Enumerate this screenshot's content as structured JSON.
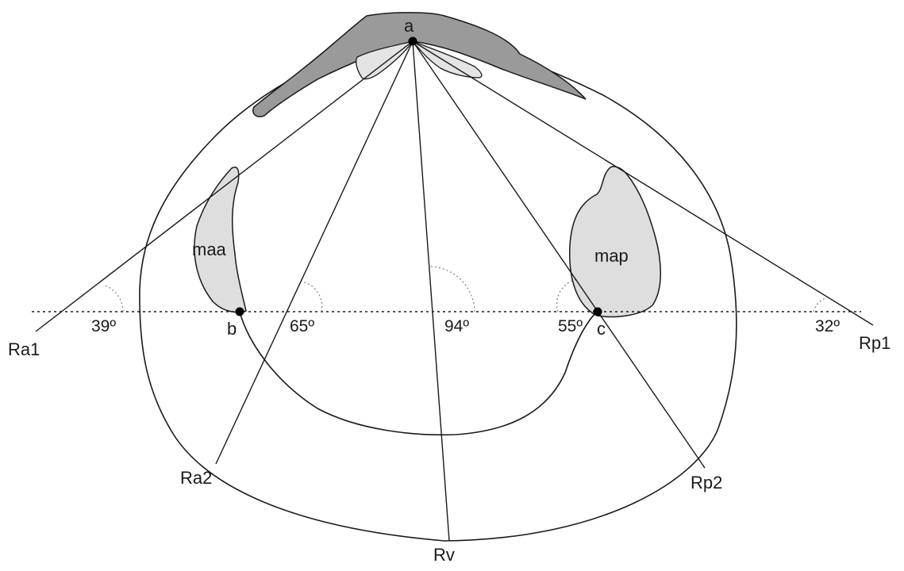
{
  "diagram": {
    "points": {
      "a": "a",
      "b": "b",
      "c": "c"
    },
    "regions": {
      "anterior_muscle": "maa",
      "posterior_muscle": "map"
    },
    "rays": {
      "ra1": "Ra1",
      "ra2": "Ra2",
      "rv": "Rv",
      "rp2": "Rp2",
      "rp1": "Rp1"
    },
    "angles": {
      "ra1": "39º",
      "ra2": "65º",
      "rv": "94º",
      "rp2": "55º",
      "rp1": "32º"
    },
    "colors": {
      "ligament": "#9a9a9a",
      "muscle_scar": "#dedede",
      "umbo_patch": "#e4e4e4",
      "line": "#1a1a1a"
    }
  }
}
